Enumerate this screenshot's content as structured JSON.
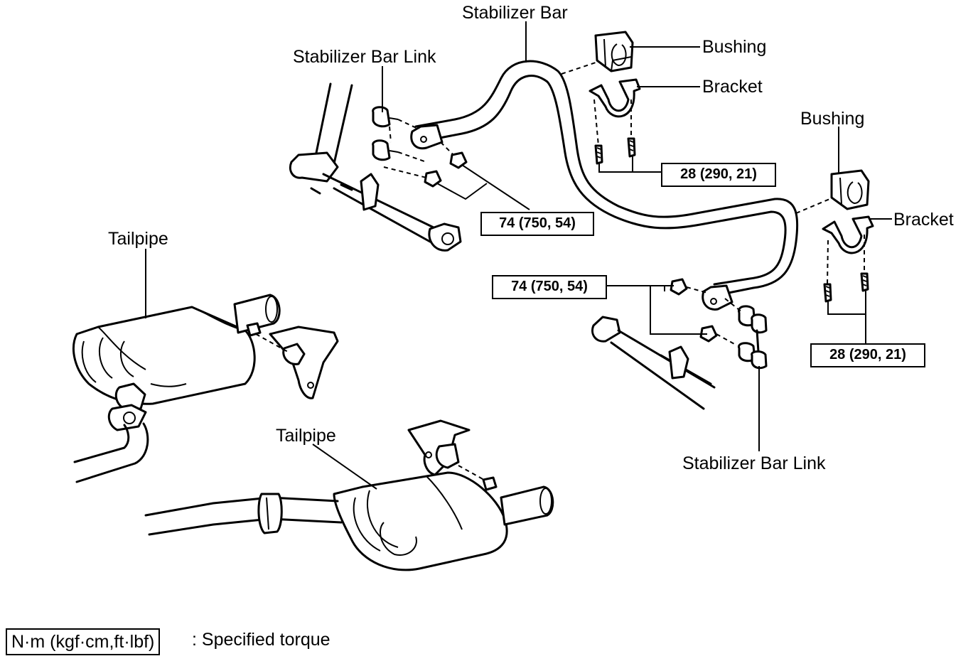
{
  "labels": {
    "stabilizer_bar": "Stabilizer Bar",
    "stabilizer_bar_link_top": "Stabilizer Bar Link",
    "bushing_top": "Bushing",
    "bracket_top": "Bracket",
    "bushing_right": "Bushing",
    "bracket_right": "Bracket",
    "tailpipe_left": "Tailpipe",
    "tailpipe_bottom": "Tailpipe",
    "stabilizer_bar_link_bottom": "Stabilizer Bar Link"
  },
  "torques": {
    "bracket_bolts_top": "28 (290, 21)",
    "link_nuts_left": "74 (750, 54)",
    "link_nuts_right": "74 (750, 54)",
    "bracket_bolts_right": "28 (290, 21)"
  },
  "legend": {
    "unit_box": "N·m (kgf·cm,ft·lbf)",
    "description": ": Specified torque"
  }
}
